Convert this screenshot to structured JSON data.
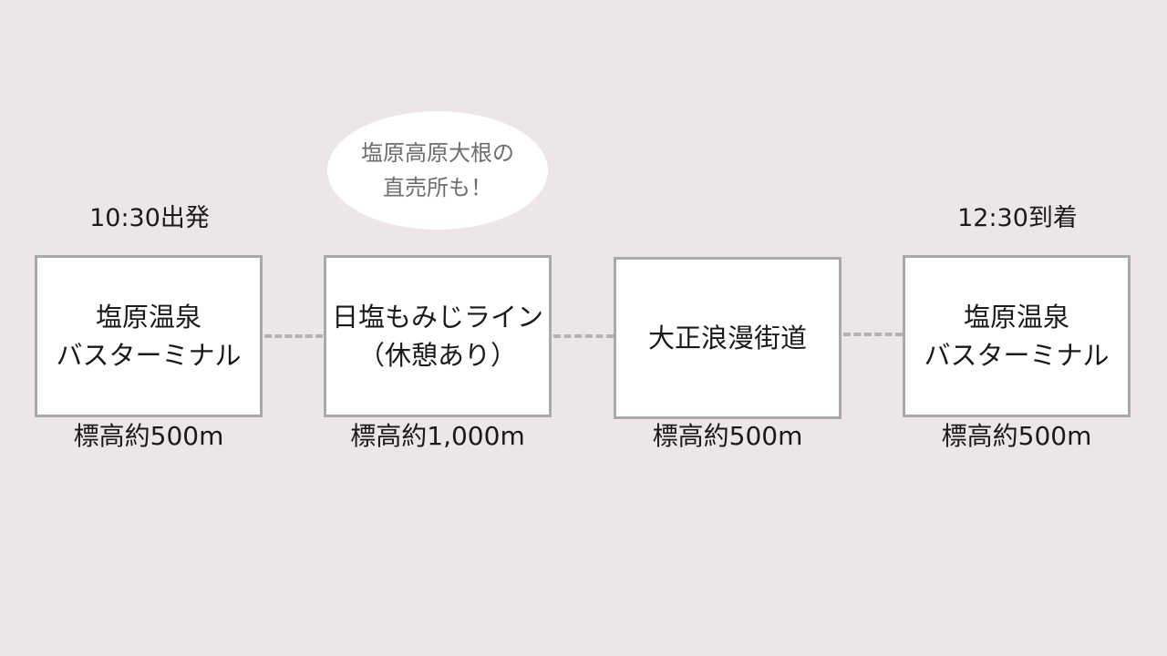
{
  "departure": "10:30出発",
  "arrival": "12:30到着",
  "note": "塩原高原大根の\n直売所も！",
  "stops": [
    {
      "name": "塩原温泉\nバスターミナル",
      "elevation": "標高約500m"
    },
    {
      "name": "日塩もみじライン\n（休憩あり）",
      "elevation": "標高約1,000m"
    },
    {
      "name": "大正浪漫街道",
      "elevation": "標高約500m"
    },
    {
      "name": "塩原温泉\nバスターミナル",
      "elevation": "標高約500m"
    }
  ],
  "colors": {
    "background": "#ece6e6",
    "box_border": "#a9a9a9",
    "connector": "#b3b3b3",
    "note_text": "#6e6e6e"
  }
}
